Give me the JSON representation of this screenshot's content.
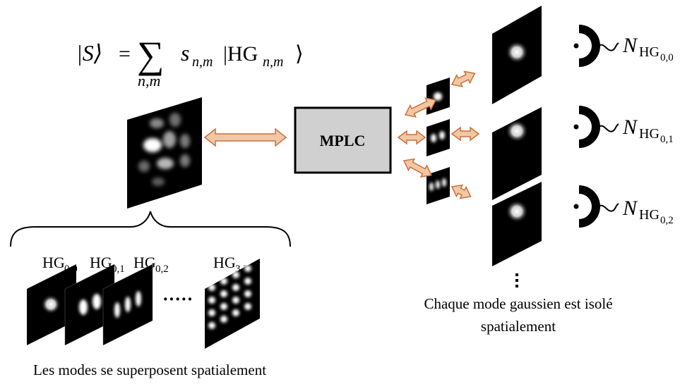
{
  "equation": {
    "lhs_ket": "|S⟩",
    "equals": "=",
    "sigma": "∑",
    "sum_index": "n,m",
    "coef": "s",
    "coef_sub": "n,m",
    "ket_open": "|HG",
    "ket_sub": "n,m",
    "ket_close": "⟩"
  },
  "mplc_label": "MPLC",
  "modes": [
    {
      "base": "HG",
      "sub": "0,0"
    },
    {
      "base": "HG",
      "sub": "0,1"
    },
    {
      "base": "HG",
      "sub": "0,2"
    },
    {
      "base": "HG",
      "sub": "3,3"
    }
  ],
  "ellipsis_dots": "·····",
  "caption_left": "Les modes se superposent spatialement",
  "caption_right": [
    "Chaque mode gaussien est isolé",
    "spatialement"
  ],
  "detectors": [
    {
      "n": "N",
      "base": "HG",
      "sub": "0,0"
    },
    {
      "n": "N",
      "base": "HG",
      "sub": "0,1"
    },
    {
      "n": "N",
      "base": "HG",
      "sub": "0,2"
    }
  ],
  "colors": {
    "arrow": "#f2c7a5",
    "arrow_stroke": "#c9703a",
    "mplc_fill": "#d0d0d0",
    "panel": "#000000",
    "detector": "#000000"
  }
}
